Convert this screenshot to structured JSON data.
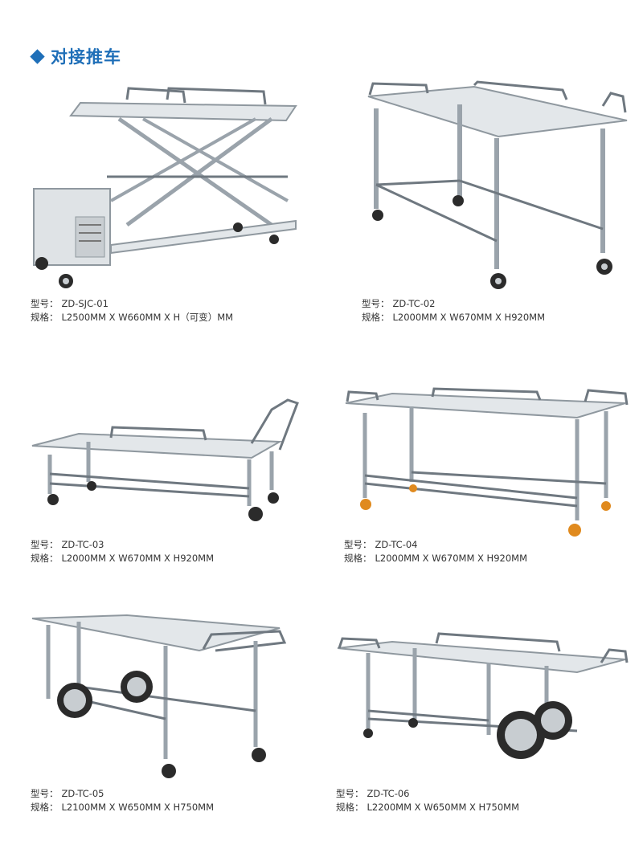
{
  "section": {
    "title": "对接推车"
  },
  "products": [
    {
      "model_label": "型号：",
      "model": "ZD-SJC-01",
      "spec_label": "规格：",
      "spec": "L2500MM X W660MM X H（可变）MM"
    },
    {
      "model_label": "型号：",
      "model": "ZD-TC-02",
      "spec_label": "规格：",
      "spec": "L2000MM X W670MM X H920MM"
    },
    {
      "model_label": "型号：",
      "model": "ZD-TC-03",
      "spec_label": "规格：",
      "spec": "L2000MM X W670MM X H920MM"
    },
    {
      "model_label": "型号：",
      "model": "ZD-TC-04",
      "spec_label": "规格：",
      "spec": "L2000MM X W670MM X H920MM"
    },
    {
      "model_label": "型号：",
      "model": "ZD-TC-05",
      "spec_label": "规格：",
      "spec": "L2100MM X W650MM X H750MM"
    },
    {
      "model_label": "型号：",
      "model": "ZD-TC-06",
      "spec_label": "规格：",
      "spec": "L2200MM X W650MM X H750MM"
    }
  ],
  "colors": {
    "accent": "#1f6fb8",
    "steel": "#9aa3ab",
    "wheel": "#2b2b2b"
  },
  "icons": {
    "bullet": "diamond-icon"
  }
}
